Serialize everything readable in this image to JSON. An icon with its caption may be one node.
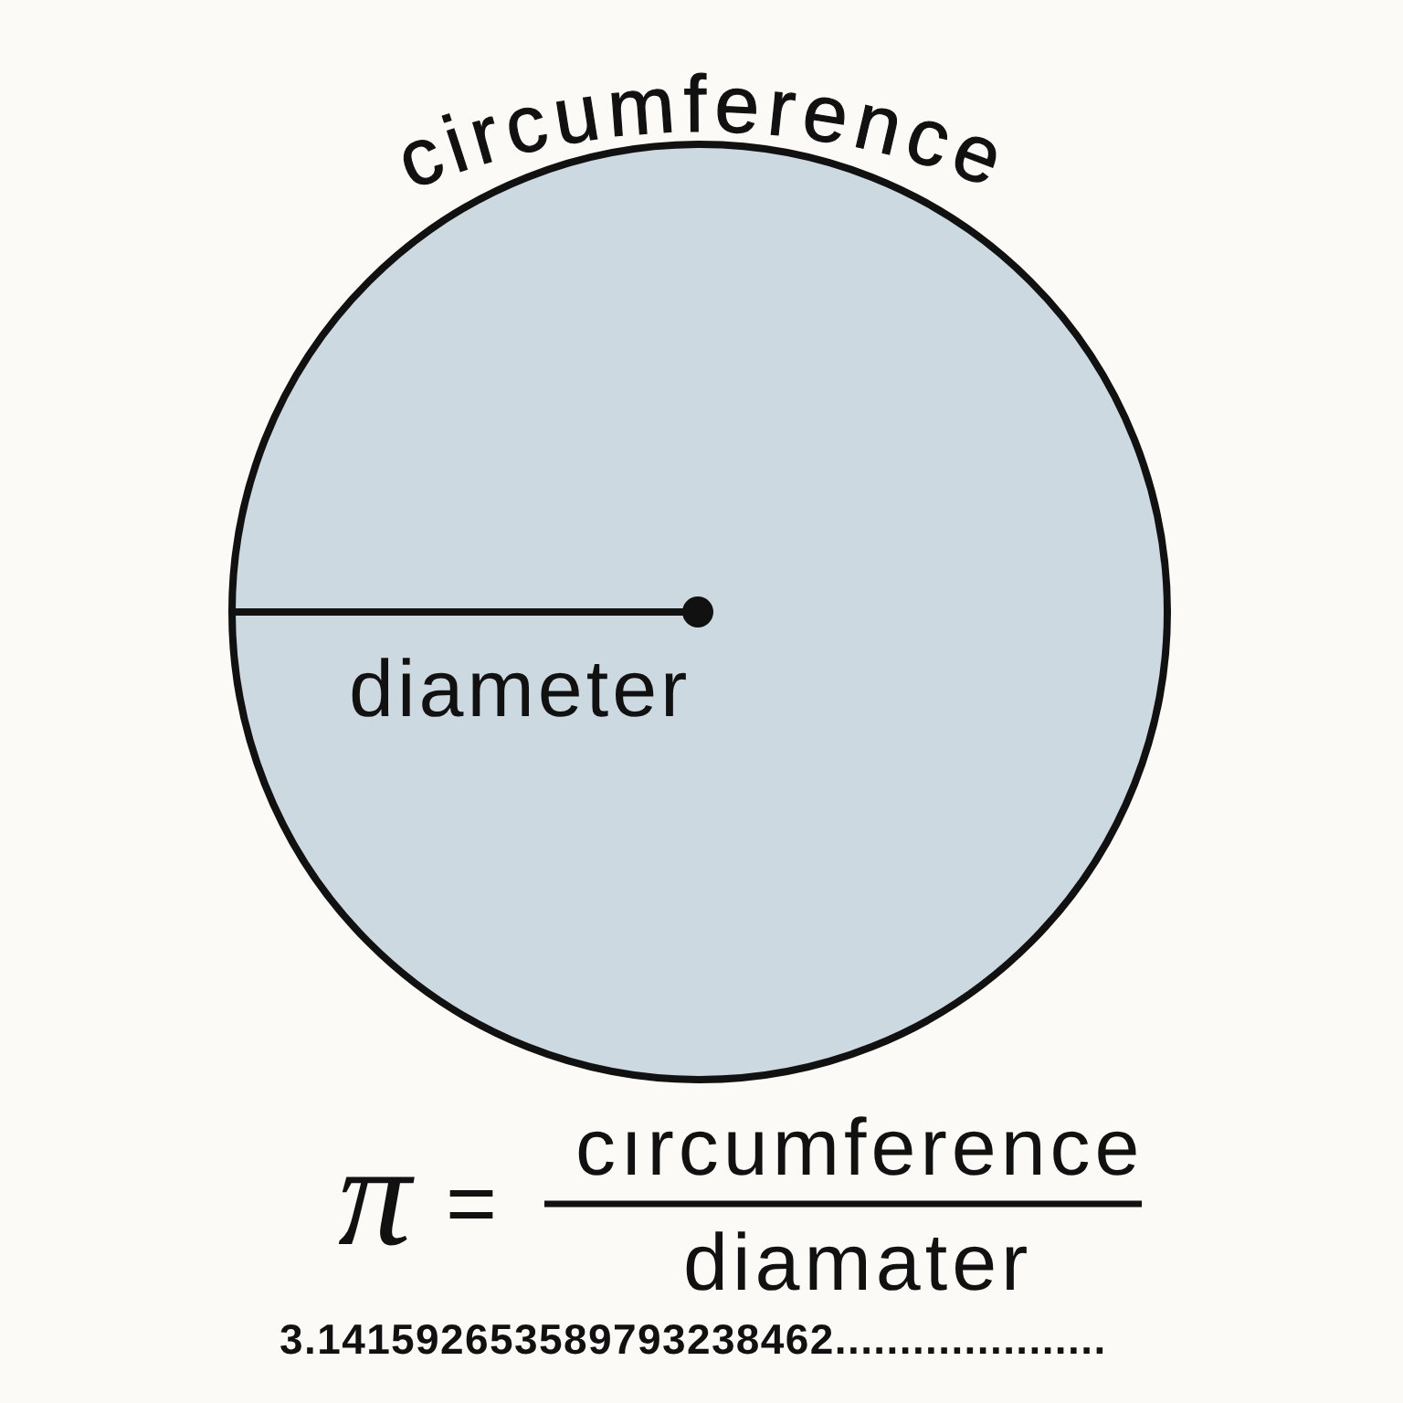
{
  "diagram": {
    "nodes": [
      {
        "text": [
          "circumference"
        ]
      }
    ],
    "labels": [
      "diameter",
      "π",
      "=",
      "cırcumference",
      "diamater",
      "3.141592653589793238462....................."
    ]
  }
}
